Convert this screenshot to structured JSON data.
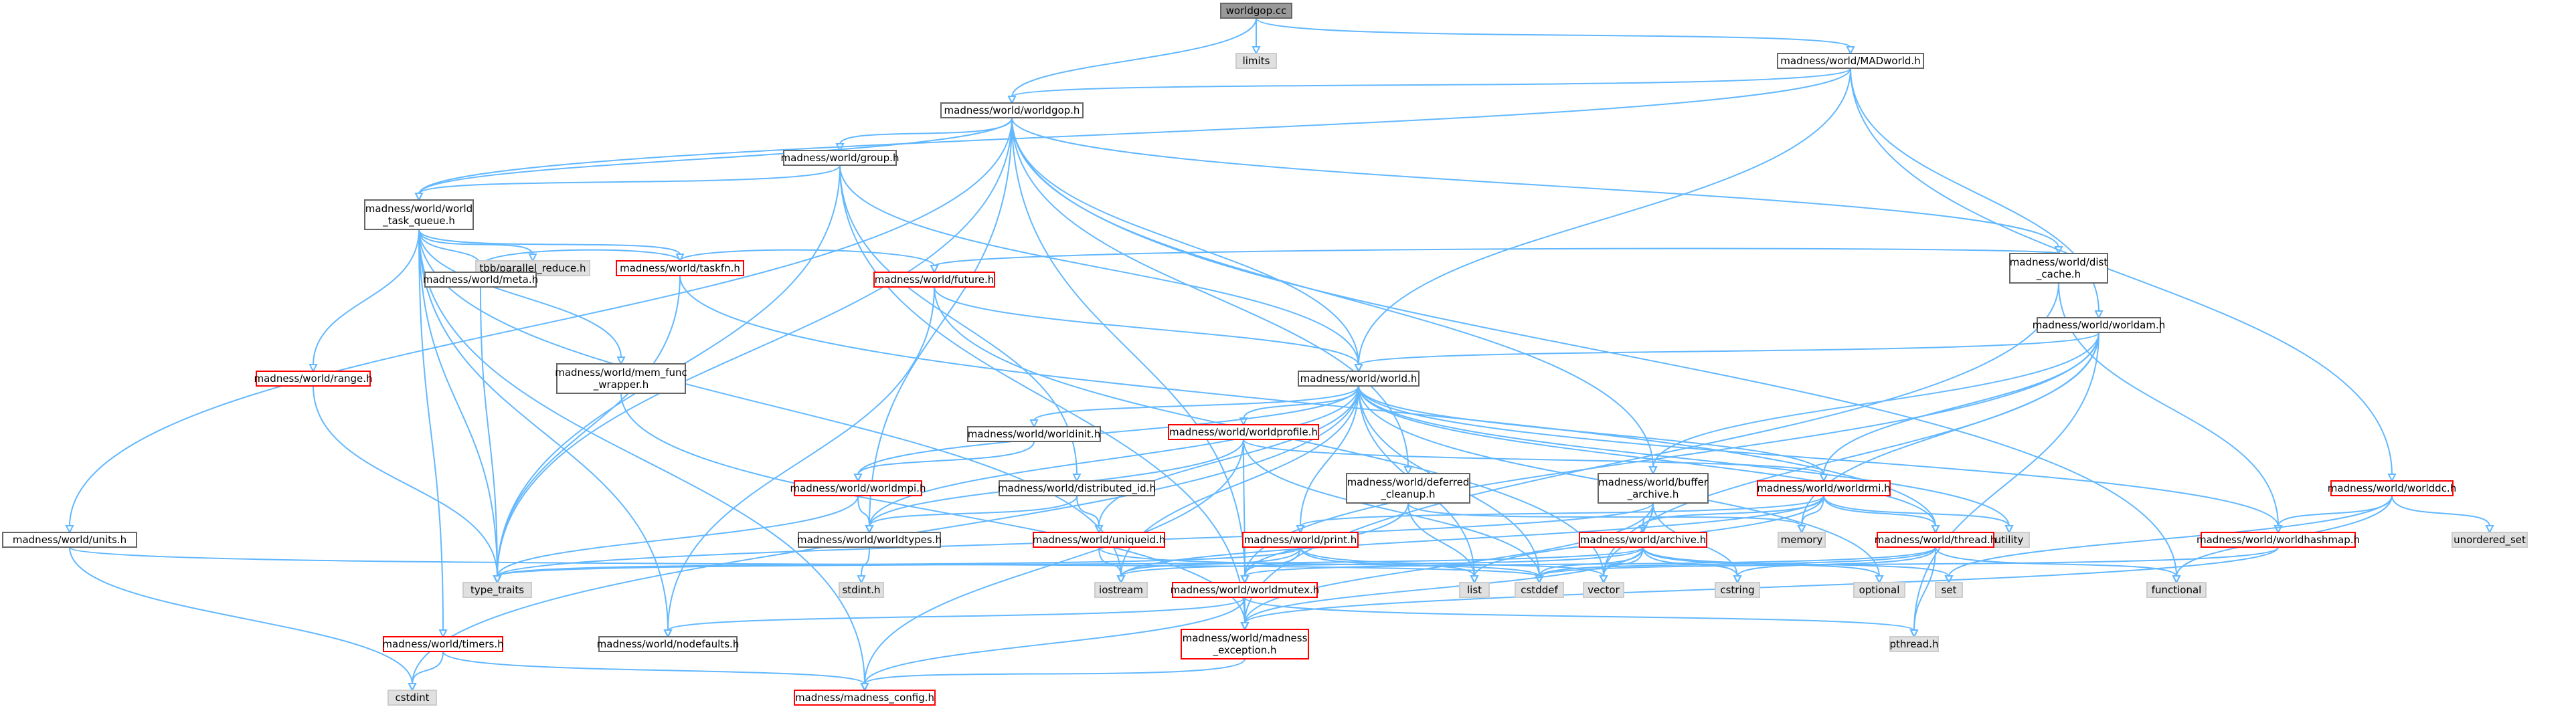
{
  "graph": {
    "nodes": [
      {
        "id": "worldgop_cc",
        "label": "worldgop.cc",
        "style": "root"
      },
      {
        "id": "limits",
        "label": "limits",
        "style": "external"
      },
      {
        "id": "madworld",
        "label": "madness/world/MADworld.h",
        "style": "normal"
      },
      {
        "id": "worldgop",
        "label": "madness/world/worldgop.h",
        "style": "normal"
      },
      {
        "id": "group",
        "label": "madness/world/group.h",
        "style": "normal"
      },
      {
        "id": "taskq",
        "label": [
          "madness/world/world",
          "_task_queue.h"
        ],
        "style": "normal"
      },
      {
        "id": "tbb",
        "label": "tbb/parallel_reduce.h",
        "style": "external"
      },
      {
        "id": "taskfn",
        "label": "madness/world/taskfn.h",
        "style": "red"
      },
      {
        "id": "meta",
        "label": "madness/world/meta.h",
        "style": "normal"
      },
      {
        "id": "range",
        "label": "madness/world/range.h",
        "style": "red"
      },
      {
        "id": "memfunc",
        "label": [
          "madness/world/mem_func",
          "_wrapper.h"
        ],
        "style": "normal"
      },
      {
        "id": "future",
        "label": "madness/world/future.h",
        "style": "red"
      },
      {
        "id": "world",
        "label": "madness/world/world.h",
        "style": "normal"
      },
      {
        "id": "worldinit",
        "label": "madness/world/worldinit.h",
        "style": "normal"
      },
      {
        "id": "worldprofile",
        "label": "madness/world/worldprofile.h",
        "style": "red"
      },
      {
        "id": "worldmpi",
        "label": "madness/world/worldmpi.h",
        "style": "red"
      },
      {
        "id": "distid",
        "label": "madness/world/distributed_id.h",
        "style": "normal"
      },
      {
        "id": "deferred",
        "label": [
          "madness/world/deferred",
          "_cleanup.h"
        ],
        "style": "normal"
      },
      {
        "id": "buffer",
        "label": [
          "madness/world/buffer",
          "_archive.h"
        ],
        "style": "normal"
      },
      {
        "id": "worldrmi",
        "label": "madness/world/worldrmi.h",
        "style": "red"
      },
      {
        "id": "utility",
        "label": "utility",
        "style": "external"
      },
      {
        "id": "units",
        "label": "madness/world/units.h",
        "style": "normal"
      },
      {
        "id": "worldtypes",
        "label": "madness/world/worldtypes.h",
        "style": "normal"
      },
      {
        "id": "uniqueid",
        "label": "madness/world/uniqueid.h",
        "style": "red"
      },
      {
        "id": "print",
        "label": "madness/world/print.h",
        "style": "red"
      },
      {
        "id": "archive",
        "label": "madness/world/archive.h",
        "style": "red"
      },
      {
        "id": "memory",
        "label": "memory",
        "style": "external"
      },
      {
        "id": "thread",
        "label": "madness/world/thread.h",
        "style": "red"
      },
      {
        "id": "typetraits",
        "label": "type_traits",
        "style": "external"
      },
      {
        "id": "stdint",
        "label": "stdint.h",
        "style": "external"
      },
      {
        "id": "iostream",
        "label": "iostream",
        "style": "external"
      },
      {
        "id": "worldmutex",
        "label": "madness/world/worldmutex.h",
        "style": "red"
      },
      {
        "id": "list",
        "label": "list",
        "style": "external"
      },
      {
        "id": "cstddef",
        "label": "cstddef",
        "style": "external"
      },
      {
        "id": "vector",
        "label": "vector",
        "style": "external"
      },
      {
        "id": "cstring",
        "label": "cstring",
        "style": "external"
      },
      {
        "id": "optional",
        "label": "optional",
        "style": "external"
      },
      {
        "id": "set",
        "label": "set",
        "style": "external"
      },
      {
        "id": "functional",
        "label": "functional",
        "style": "external"
      },
      {
        "id": "timers",
        "label": "madness/world/timers.h",
        "style": "red"
      },
      {
        "id": "nodefaults",
        "label": "madness/world/nodefaults.h",
        "style": "normal"
      },
      {
        "id": "madexception",
        "label": [
          "madness/world/madness",
          "_exception.h"
        ],
        "style": "red"
      },
      {
        "id": "pthread",
        "label": "pthread.h",
        "style": "external"
      },
      {
        "id": "cstdint",
        "label": "cstdint",
        "style": "external"
      },
      {
        "id": "madconfig",
        "label": "madness/madness_config.h",
        "style": "red"
      },
      {
        "id": "distcache",
        "label": [
          "madness/world/dist",
          "_cache.h"
        ],
        "style": "normal"
      },
      {
        "id": "worldam",
        "label": "madness/world/worldam.h",
        "style": "normal"
      },
      {
        "id": "worlddc",
        "label": "madness/world/worlddc.h",
        "style": "red"
      },
      {
        "id": "worldhashmap",
        "label": "madness/world/worldhashmap.h",
        "style": "red"
      },
      {
        "id": "unorderedset",
        "label": "unordered_set",
        "style": "external"
      }
    ],
    "edges": [
      [
        "worldgop_cc",
        "limits"
      ],
      [
        "worldgop_cc",
        "madworld"
      ],
      [
        "worldgop_cc",
        "worldgop"
      ],
      [
        "madworld",
        "worldgop"
      ],
      [
        "madworld",
        "taskq"
      ],
      [
        "madworld",
        "world"
      ],
      [
        "madworld",
        "worldam"
      ],
      [
        "madworld",
        "worlddc"
      ],
      [
        "worldgop",
        "group"
      ],
      [
        "worldgop",
        "taskq"
      ],
      [
        "worldgop",
        "world"
      ],
      [
        "worldgop",
        "units"
      ],
      [
        "worldgop",
        "typetraits"
      ],
      [
        "worldgop",
        "worldtypes"
      ],
      [
        "worldgop",
        "deferred"
      ],
      [
        "worldgop",
        "buffer"
      ],
      [
        "worldgop",
        "distcache"
      ],
      [
        "worldgop",
        "functional"
      ],
      [
        "worldgop",
        "worldmutex"
      ],
      [
        "group",
        "taskq"
      ],
      [
        "group",
        "world"
      ],
      [
        "group",
        "distid"
      ],
      [
        "group",
        "madexception"
      ],
      [
        "group",
        "typetraits"
      ],
      [
        "taskq",
        "tbb"
      ],
      [
        "taskq",
        "taskfn"
      ],
      [
        "taskq",
        "meta"
      ],
      [
        "taskq",
        "range"
      ],
      [
        "taskq",
        "memfunc"
      ],
      [
        "taskq",
        "typetraits"
      ],
      [
        "taskq",
        "iostream"
      ],
      [
        "taskq",
        "timers"
      ],
      [
        "taskq",
        "nodefaults"
      ],
      [
        "taskq",
        "madconfig"
      ],
      [
        "taskfn",
        "future"
      ],
      [
        "taskfn",
        "meta"
      ],
      [
        "taskfn",
        "typetraits"
      ],
      [
        "taskfn",
        "thread"
      ],
      [
        "meta",
        "typetraits"
      ],
      [
        "range",
        "typetraits"
      ],
      [
        "memfunc",
        "madexception"
      ],
      [
        "future",
        "world"
      ],
      [
        "future",
        "nodefaults"
      ],
      [
        "future",
        "vector"
      ],
      [
        "world",
        "worldinit"
      ],
      [
        "world",
        "worldprofile"
      ],
      [
        "world",
        "worldmpi"
      ],
      [
        "world",
        "worldtypes"
      ],
      [
        "world",
        "uniqueid"
      ],
      [
        "world",
        "print"
      ],
      [
        "world",
        "thread"
      ],
      [
        "world",
        "worldhashmap"
      ],
      [
        "world",
        "worldrmi"
      ],
      [
        "world",
        "utility"
      ],
      [
        "world",
        "cstdint"
      ],
      [
        "world",
        "list"
      ],
      [
        "world",
        "cstddef"
      ],
      [
        "world",
        "iostream"
      ],
      [
        "world",
        "optional"
      ],
      [
        "worldinit",
        "worldmpi"
      ],
      [
        "worldprofile",
        "worldmutex"
      ],
      [
        "worldprofile",
        "worldtypes"
      ],
      [
        "worldprofile",
        "madconfig"
      ],
      [
        "worldprofile",
        "cstddef"
      ],
      [
        "worldprofile",
        "worldrmi"
      ],
      [
        "worldmpi",
        "worldtypes"
      ],
      [
        "worldmpi",
        "typetraits"
      ],
      [
        "distid",
        "uniqueid"
      ],
      [
        "distid",
        "worldtypes"
      ],
      [
        "deferred",
        "list"
      ],
      [
        "deferred",
        "memory"
      ],
      [
        "deferred",
        "worldmutex"
      ],
      [
        "buffer",
        "archive"
      ],
      [
        "buffer",
        "typetraits"
      ],
      [
        "buffer",
        "vector"
      ],
      [
        "buffer",
        "cstring"
      ],
      [
        "buffer",
        "madexception"
      ],
      [
        "worldrmi",
        "archive"
      ],
      [
        "worldrmi",
        "print"
      ],
      [
        "worldrmi",
        "thread"
      ],
      [
        "worldrmi",
        "memory"
      ],
      [
        "worldrmi",
        "utility"
      ],
      [
        "worldrmi",
        "list"
      ],
      [
        "worldrmi",
        "iostream"
      ],
      [
        "units",
        "cstdint"
      ],
      [
        "units",
        "cstddef"
      ],
      [
        "worldtypes",
        "stdint"
      ],
      [
        "uniqueid",
        "iostream"
      ],
      [
        "uniqueid",
        "cstddef"
      ],
      [
        "print",
        "worldmutex"
      ],
      [
        "print",
        "iostream"
      ],
      [
        "print",
        "list"
      ],
      [
        "print",
        "typetraits"
      ],
      [
        "print",
        "vector"
      ],
      [
        "archive",
        "typetraits"
      ],
      [
        "archive",
        "iostream"
      ],
      [
        "archive",
        "cstddef"
      ],
      [
        "archive",
        "vector"
      ],
      [
        "archive",
        "cstring"
      ],
      [
        "archive",
        "optional"
      ],
      [
        "archive",
        "set"
      ],
      [
        "archive",
        "madexception"
      ],
      [
        "thread",
        "worldmutex"
      ],
      [
        "thread",
        "pthread"
      ],
      [
        "thread",
        "functional"
      ],
      [
        "thread",
        "cstddef"
      ],
      [
        "thread",
        "cstring"
      ],
      [
        "worldmutex",
        "madexception"
      ],
      [
        "worldmutex",
        "pthread"
      ],
      [
        "worldmutex",
        "madconfig"
      ],
      [
        "worldmutex",
        "nodefaults"
      ],
      [
        "timers",
        "cstdint"
      ],
      [
        "timers",
        "madconfig"
      ],
      [
        "madexception",
        "madconfig"
      ],
      [
        "distcache",
        "future"
      ],
      [
        "distcache",
        "worldhashmap"
      ],
      [
        "distcache",
        "madexception"
      ],
      [
        "worldam",
        "world"
      ],
      [
        "worldam",
        "buffer"
      ],
      [
        "worldam",
        "worldrmi"
      ],
      [
        "worldam",
        "memory"
      ],
      [
        "worldam",
        "vector"
      ],
      [
        "worldam",
        "worldmutex"
      ],
      [
        "worldam",
        "pthread"
      ],
      [
        "worlddc",
        "worldhashmap"
      ],
      [
        "worlddc",
        "unorderedset"
      ],
      [
        "worlddc",
        "functional"
      ],
      [
        "worlddc",
        "set"
      ],
      [
        "worldhashmap",
        "madexception"
      ],
      [
        "worldhashmap",
        "cstddef"
      ]
    ]
  },
  "colors": {
    "edge": "#63b8ff",
    "normal_border": "#666666",
    "normal_fill": "#ffffff",
    "red_border": "#ff0000",
    "external_border": "#cccccc",
    "external_fill": "#e0e0e0",
    "root_fill": "#999999",
    "root_border": "#666666",
    "text": "#000000"
  }
}
